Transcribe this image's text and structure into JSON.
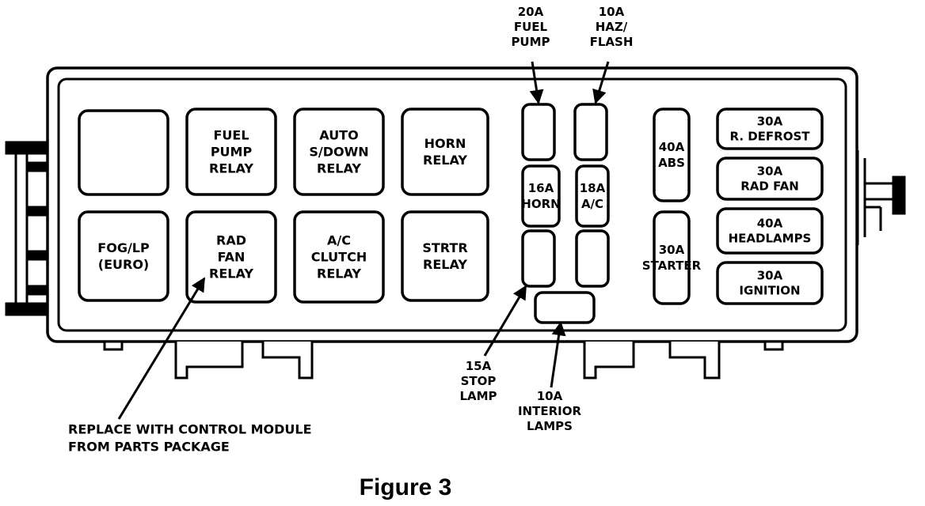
{
  "relays": [
    {
      "id": "blank",
      "lines": []
    },
    {
      "id": "fuel-pump-relay",
      "lines": [
        "FUEL",
        "PUMP",
        "RELAY"
      ]
    },
    {
      "id": "auto-shutdown-relay",
      "lines": [
        "AUTO",
        "S/DOWN",
        "RELAY"
      ]
    },
    {
      "id": "horn-relay",
      "lines": [
        "HORN",
        "RELAY"
      ]
    },
    {
      "id": "fog-lp-euro",
      "lines": [
        "FOG/LP",
        "(EURO)"
      ]
    },
    {
      "id": "rad-fan-relay",
      "lines": [
        "RAD",
        "FAN",
        "RELAY"
      ]
    },
    {
      "id": "ac-clutch-relay",
      "lines": [
        "A/C",
        "CLUTCH",
        "RELAY"
      ]
    },
    {
      "id": "strtr-relay",
      "lines": [
        "STRTR",
        "RELAY"
      ]
    }
  ],
  "mini_fuses": [
    {
      "id": "horn-fuse",
      "lines": [
        "16A",
        "HORN"
      ]
    },
    {
      "id": "ac-fuse",
      "lines": [
        "18A",
        "A/C"
      ]
    }
  ],
  "tall_fuses": [
    {
      "id": "abs-fuse",
      "lines": [
        "40A",
        "ABS"
      ]
    },
    {
      "id": "starter-fuse",
      "lines": [
        "30A",
        "STARTER"
      ]
    }
  ],
  "maxi_fuses": [
    {
      "id": "rear-defrost-fuse",
      "lines": [
        "30A",
        "R. DEFROST"
      ]
    },
    {
      "id": "rad-fan-fuse",
      "lines": [
        "30A",
        "RAD FAN"
      ]
    },
    {
      "id": "headlamps-fuse",
      "lines": [
        "40A",
        "HEADLAMPS"
      ]
    },
    {
      "id": "ignition-fuse",
      "lines": [
        "30A",
        "IGNITION"
      ]
    }
  ],
  "callouts": [
    {
      "id": "fuel-pump-callout",
      "lines": [
        "20A",
        "FUEL",
        "PUMP"
      ]
    },
    {
      "id": "haz-flash-callout",
      "lines": [
        "10A",
        "HAZ/",
        "FLASH"
      ]
    },
    {
      "id": "stop-lamp-callout",
      "lines": [
        "15A",
        "STOP",
        "LAMP"
      ]
    },
    {
      "id": "interior-lamps-callout",
      "lines": [
        "10A",
        "INTERIOR",
        "LAMPS"
      ]
    },
    {
      "id": "replace-note",
      "lines": [
        "REPLACE WITH CONTROL MODULE",
        "FROM PARTS PACKAGE"
      ]
    }
  ],
  "caption": "Figure 3"
}
